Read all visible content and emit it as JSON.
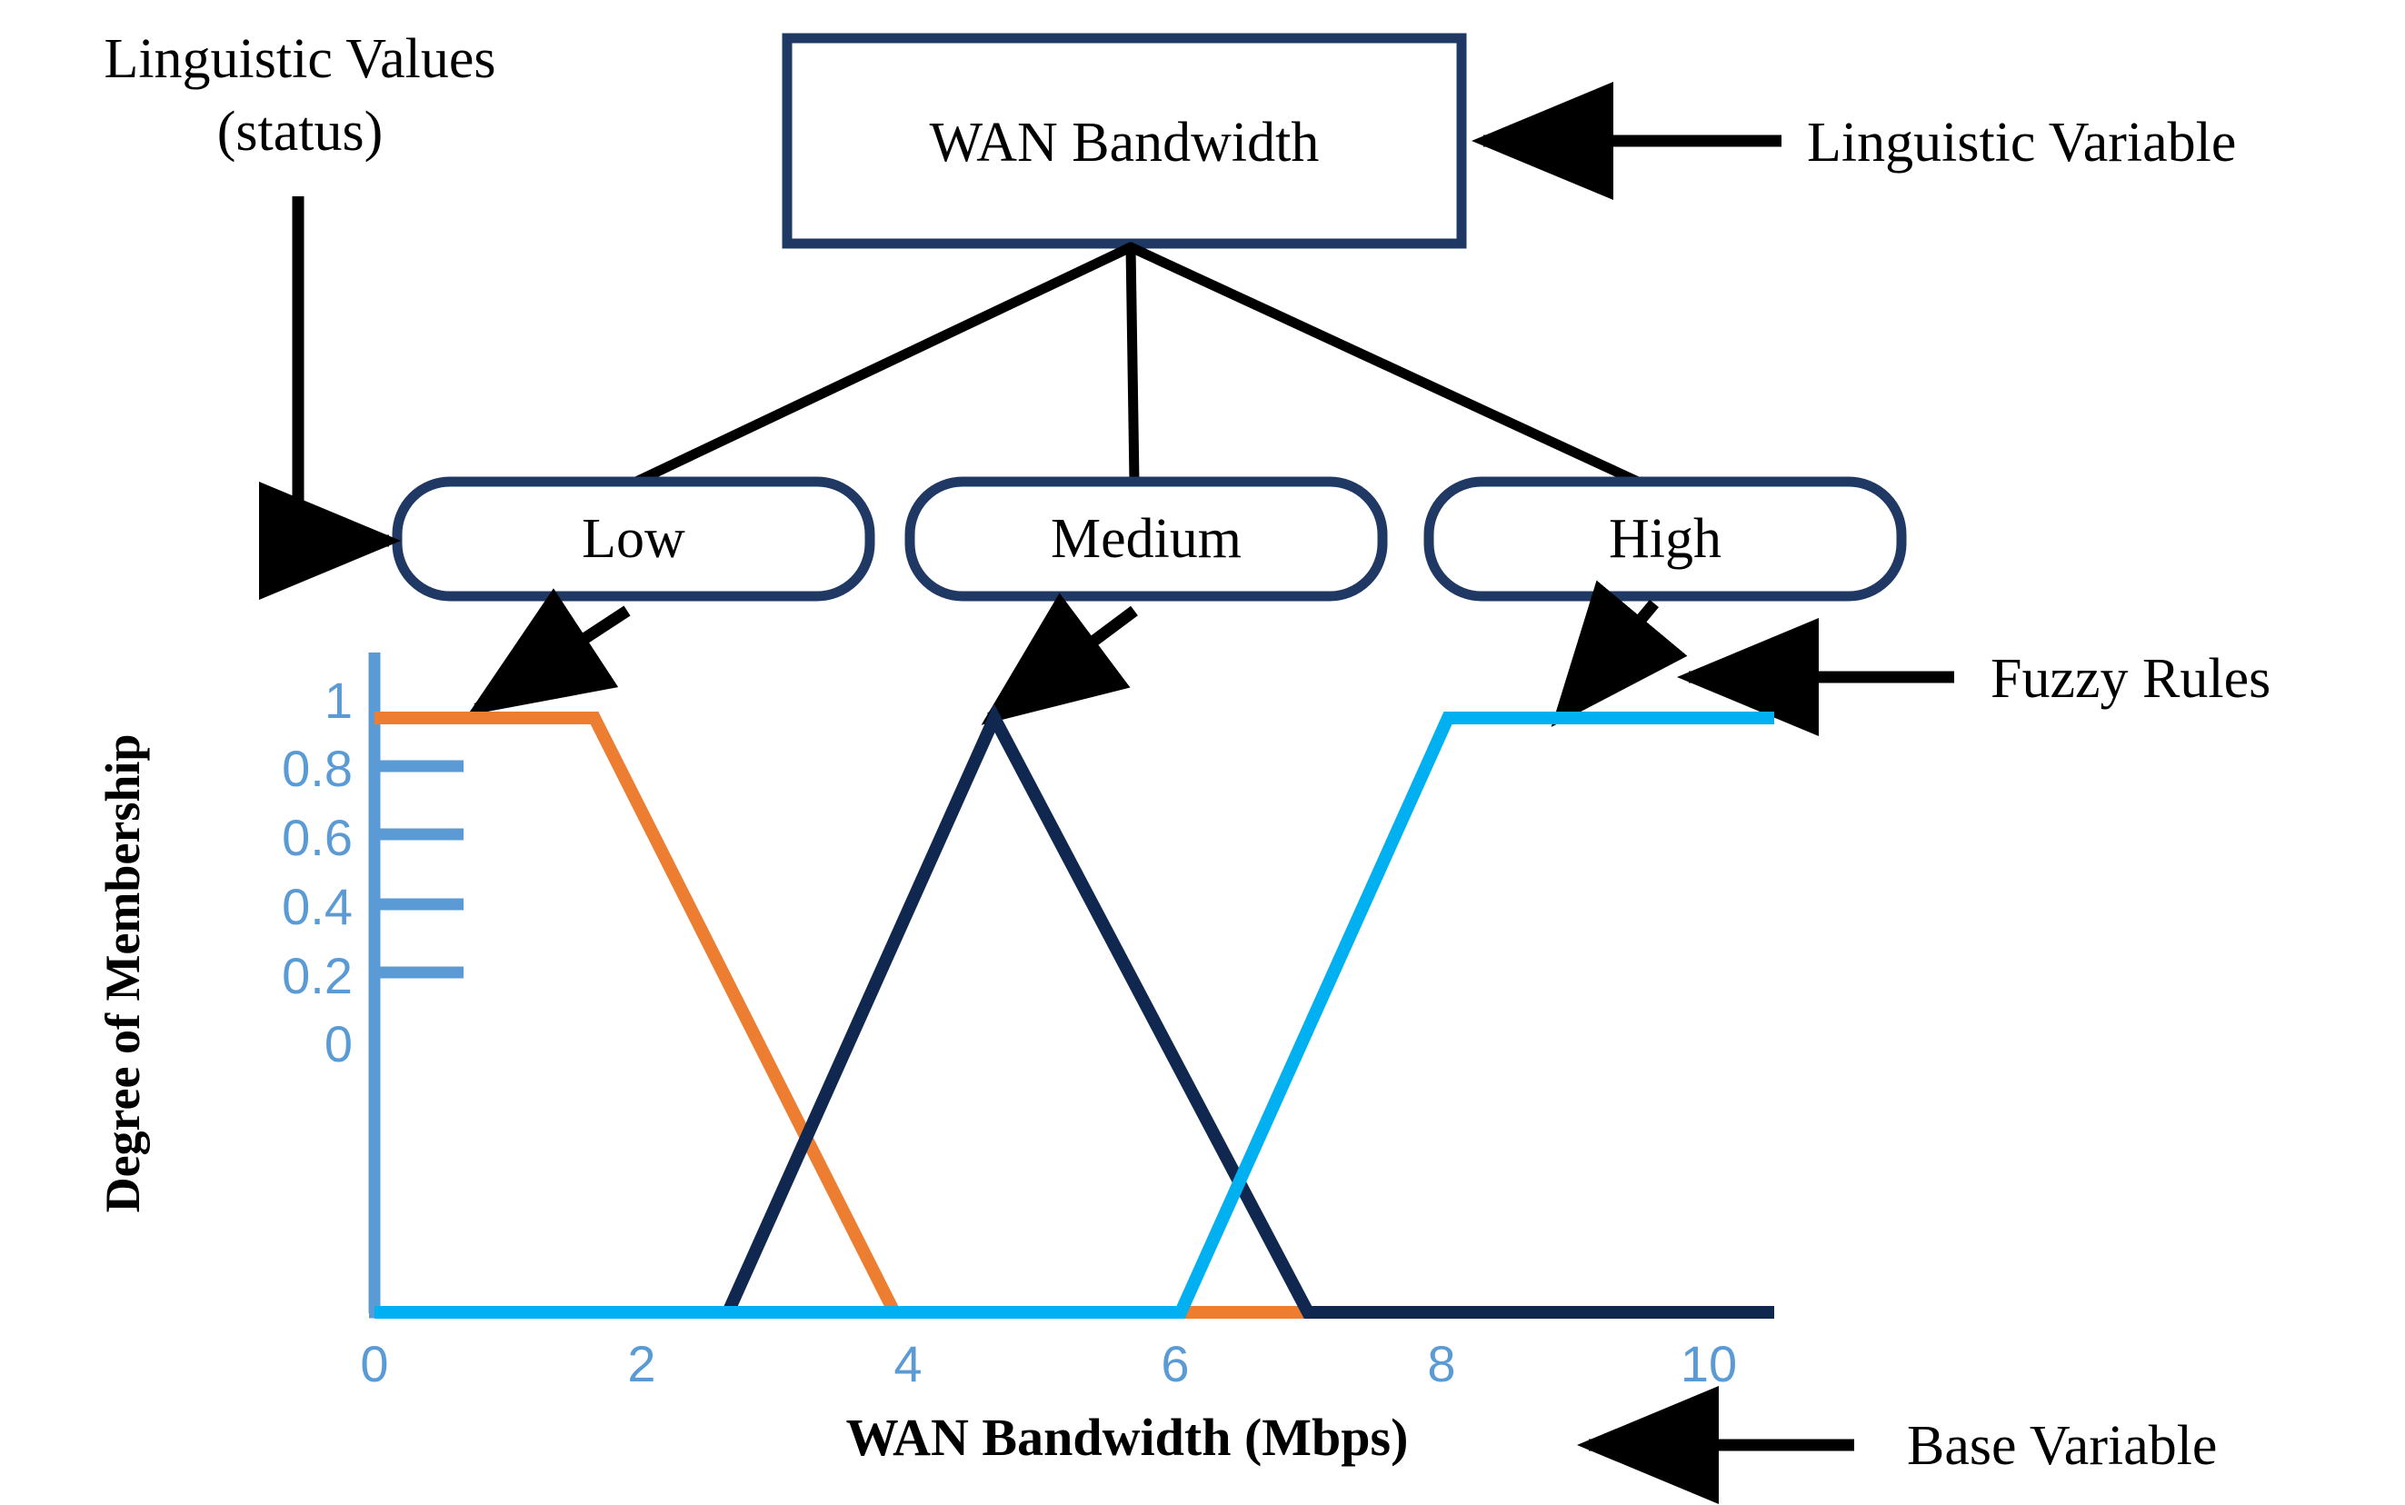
{
  "title_box": {
    "label": "WAN Bandwidth"
  },
  "annotations": {
    "linguistic_values": {
      "line1": "Linguistic Values",
      "line2": "(status)"
    },
    "linguistic_variable": "Linguistic Variable",
    "fuzzy_rules": "Fuzzy Rules",
    "base_variable": "Base Variable"
  },
  "term_boxes": [
    {
      "label": "Low"
    },
    {
      "label": "Medium"
    },
    {
      "label": "High"
    }
  ],
  "axes": {
    "ylabel": "Degree of Membership",
    "xlabel": "WAN Bandwidth (Mbps)",
    "ytick_labels": [
      "1",
      "0.8",
      "0.6",
      "0.4",
      "0.2",
      "0"
    ],
    "xtick_labels": [
      "0",
      "2",
      "4",
      "6",
      "8",
      "10"
    ]
  },
  "colors": {
    "box_border": "#1F3864",
    "axis": "#5B9BD5",
    "tick_text": "#5B9BD5",
    "low": "#ED7D31",
    "medium": "#10284F",
    "high": "#00B0F0",
    "arrow": "#000000"
  },
  "chart_data": {
    "type": "line",
    "title": "",
    "xlabel": "WAN Bandwidth (Mbps)",
    "ylabel": "Degree of Membership",
    "xlim": [
      0,
      10.5
    ],
    "ylim": [
      0,
      1.0
    ],
    "xticks": [
      0,
      2,
      4,
      6,
      8,
      10
    ],
    "yticks": [
      0,
      0.2,
      0.4,
      0.6,
      0.8,
      1
    ],
    "grid": false,
    "legend": "none",
    "series": [
      {
        "name": "Low",
        "color": "#ED7D31",
        "shape": "trapezoid",
        "x": [
          0,
          1.65,
          3.9,
          10.5
        ],
        "y": [
          1,
          1,
          0,
          0
        ]
      },
      {
        "name": "Medium",
        "color": "#10284F",
        "shape": "triangle",
        "x": [
          0,
          2.65,
          4.65,
          7.0,
          10.5
        ],
        "y": [
          0,
          0,
          1,
          0,
          0
        ]
      },
      {
        "name": "High",
        "color": "#00B0F0",
        "shape": "trapezoid",
        "x": [
          0,
          6.05,
          8.05,
          10.5
        ],
        "y": [
          0,
          0,
          1,
          1
        ]
      }
    ]
  }
}
